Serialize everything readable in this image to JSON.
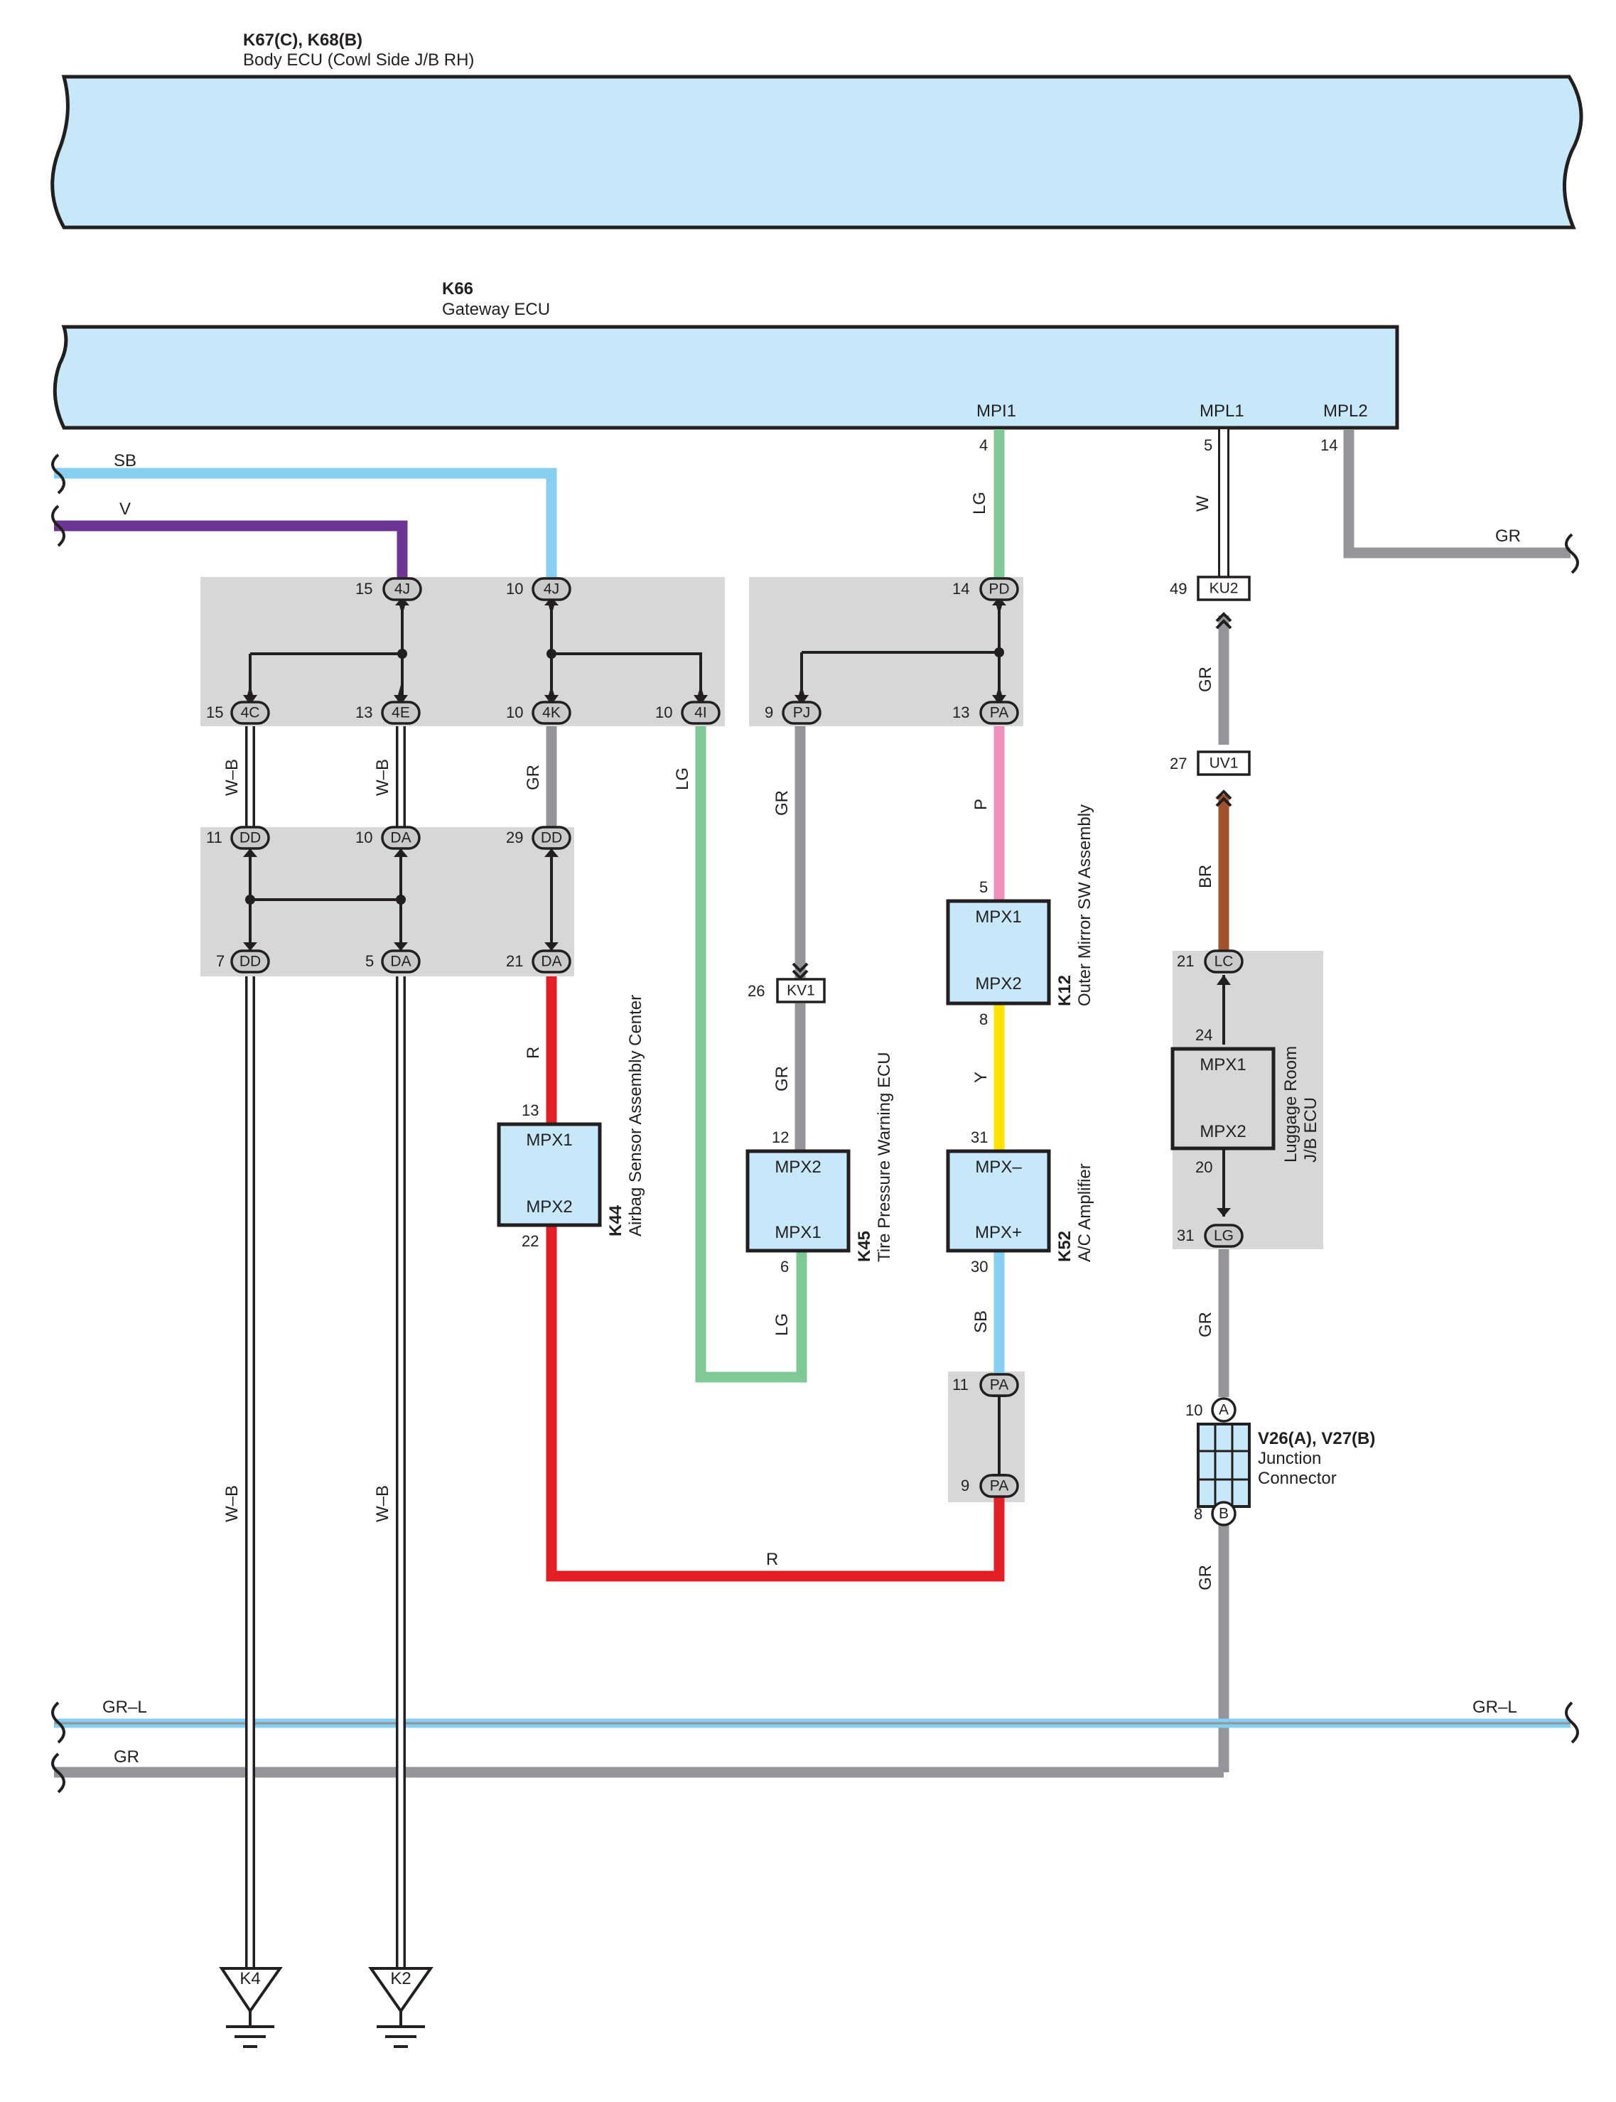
{
  "modules": {
    "body_ecu": {
      "code": "K67(C), K68(B)",
      "name": "Body ECU (Cowl Side J/B RH)"
    },
    "gateway_ecu": {
      "code": "K66",
      "name": "Gateway ECU",
      "pins": [
        "MPI1",
        "MPL1",
        "MPL2"
      ],
      "pin_numbers": [
        "4",
        "5",
        "14"
      ]
    },
    "airbag": {
      "code": "K44",
      "name": "Airbag Sensor Assembly Center",
      "top": "MPX1",
      "bottom": "MPX2",
      "pin_top": "13",
      "pin_bottom": "22"
    },
    "tpms": {
      "code": "K45",
      "name": "Tire Pressure Warning ECU",
      "top": "MPX2",
      "bottom": "MPX1",
      "pin_top": "12",
      "pin_bottom": "6"
    },
    "mirror": {
      "code": "K12",
      "name": "Outer Mirror SW Assembly",
      "top": "MPX1",
      "bottom": "MPX2",
      "pin_top": "5",
      "pin_bottom": "8"
    },
    "ac": {
      "code": "K52",
      "name": "A/C Amplifier",
      "top": "MPX–",
      "bottom": "MPX+",
      "pin_top": "31",
      "pin_bottom": "30"
    },
    "luggage": {
      "name": "Luggage Room J/B ECU",
      "name_line1": "Luggage Room",
      "name_line2": "J/B ECU",
      "top": "MPX1",
      "bottom": "MPX2",
      "pin_top": "24",
      "pin_bottom": "20"
    },
    "junction": {
      "code": "V26(A), V27(B)",
      "name_line1": "Junction",
      "name_line2": "Connector",
      "pin_a": "10",
      "pin_b": "8",
      "letter_a": "A",
      "letter_b": "B"
    }
  },
  "wire_colors": {
    "SB": "#87cff0",
    "V": "#6d3695",
    "LG": "#7fc996",
    "GR": "#939598",
    "W": "#ffffff",
    "P": "#ef8fbd",
    "Y": "#ffe100",
    "R": "#e31e25",
    "BR": "#a0522d",
    "W-B": "#231f20",
    "GR-L": "#87cff0"
  },
  "wire_labels": {
    "sb_left": "SB",
    "v_left": "V",
    "lg_mpi1": "LG",
    "w_mpl1": "W",
    "gr_mpl2": "GR",
    "wb_4c": "W–B",
    "wb_4e": "W–B",
    "gr_4k": "GR",
    "lg_4i": "LG",
    "gr_pj": "GR",
    "p_pa": "P",
    "gr_ku2": "GR",
    "br_uv1": "BR",
    "r_da": "R",
    "gr_kv1": "GR",
    "y_mirror": "Y",
    "lg_tpms": "LG",
    "sb_ac": "SB",
    "gr_lg": "GR",
    "gr_junction": "GR",
    "r_bottom": "R",
    "wb_ground1": "W–B",
    "wb_ground2": "W–B",
    "grl_left": "GR–L",
    "grl_right": "GR–L",
    "gr_bus": "GR"
  },
  "connectors": [
    {
      "id": "4J",
      "pin": "15"
    },
    {
      "id": "4J",
      "pin": "10"
    },
    {
      "id": "4C",
      "pin": "15"
    },
    {
      "id": "4E",
      "pin": "13"
    },
    {
      "id": "4K",
      "pin": "10"
    },
    {
      "id": "4I",
      "pin": "10"
    },
    {
      "id": "PD",
      "pin": "14"
    },
    {
      "id": "PJ",
      "pin": "9"
    },
    {
      "id": "PA",
      "pin": "13"
    },
    {
      "id": "DD",
      "pin": "11"
    },
    {
      "id": "DA",
      "pin": "10"
    },
    {
      "id": "DD",
      "pin": "29"
    },
    {
      "id": "DD",
      "pin": "7"
    },
    {
      "id": "DA",
      "pin": "5"
    },
    {
      "id": "DA",
      "pin": "21"
    },
    {
      "id": "KV1",
      "pin": "26"
    },
    {
      "id": "KU2",
      "pin": "49"
    },
    {
      "id": "UV1",
      "pin": "27"
    },
    {
      "id": "LC",
      "pin": "21"
    },
    {
      "id": "LG",
      "pin": "31"
    },
    {
      "id": "PA",
      "pin": "11"
    },
    {
      "id": "PA",
      "pin": "9"
    }
  ],
  "grounds": [
    "K4",
    "K2"
  ]
}
